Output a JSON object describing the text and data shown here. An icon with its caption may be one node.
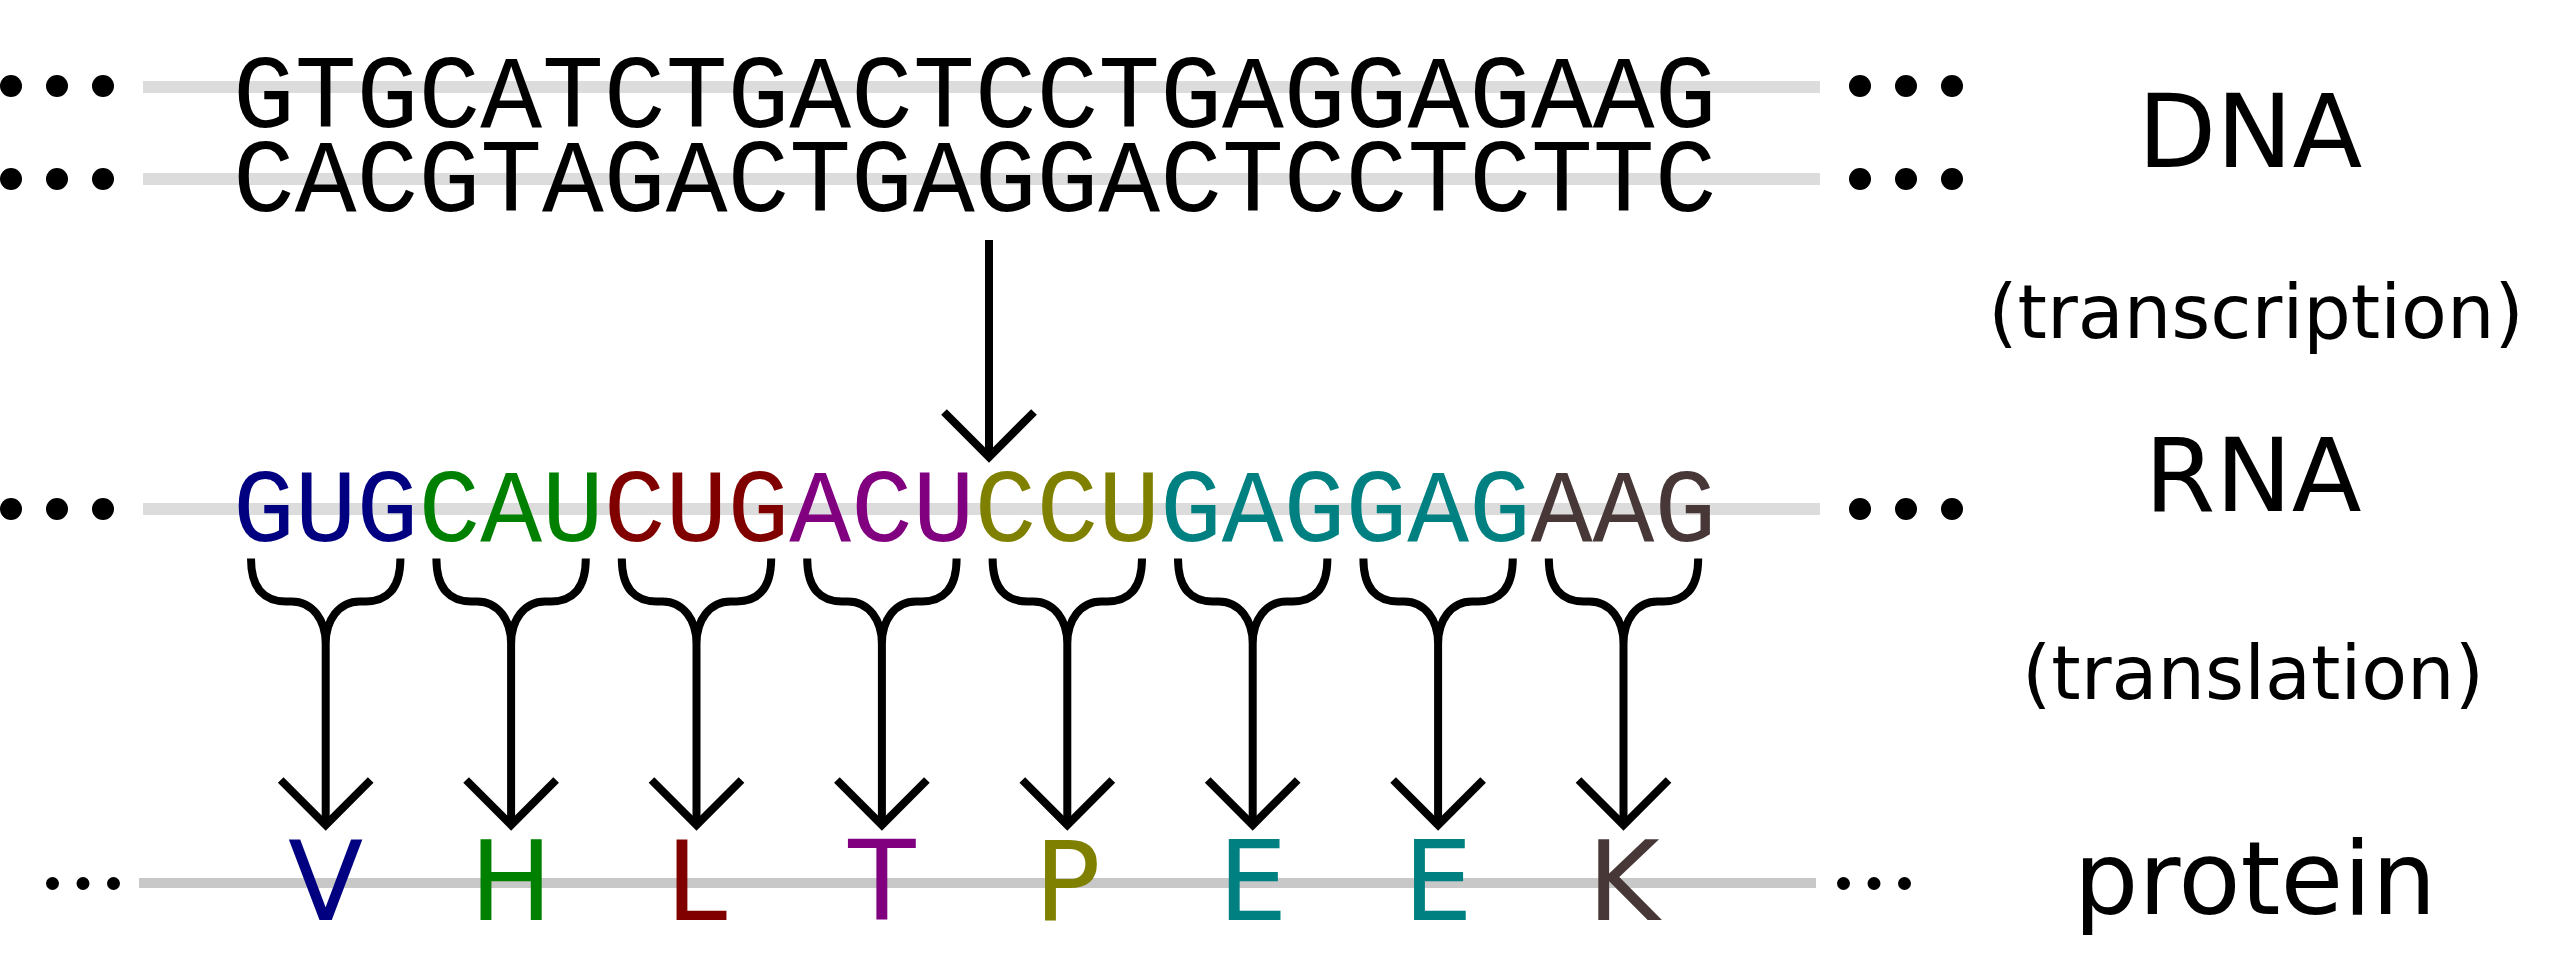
{
  "diagram": {
    "nodes": [
      {
        "text": [
          "GTGCATCTGACTCCTGAGGAGAAG",
          "CACGTAGACTGAGGACTCCTCTTC"
        ],
        "beside": [
          "DNA"
        ]
      },
      {
        "text": [],
        "shape": "bar",
        "beside": [
          "RNA"
        ]
      },
      {
        "text": [
          "GUG"
        ],
        "in": 1
      },
      {
        "text": [
          "CAU"
        ],
        "in": 1
      },
      {
        "text": [
          "CUG"
        ],
        "in": 1
      },
      {
        "text": [
          "ACU"
        ],
        "in": 1
      },
      {
        "text": [
          "CCU"
        ],
        "in": 1
      },
      {
        "text": [
          "GAG"
        ],
        "in": 1
      },
      {
        "text": [
          "GAG"
        ],
        "in": 1
      },
      {
        "text": [
          "AAG"
        ],
        "in": 1
      },
      {
        "text": [],
        "shape": "bar",
        "beside": [
          "protein"
        ]
      },
      {
        "text": [
          "V"
        ],
        "in": 10
      },
      {
        "text": [
          "H"
        ],
        "in": 10
      },
      {
        "text": [
          "L"
        ],
        "in": 10
      },
      {
        "text": [
          "T"
        ],
        "in": 10
      },
      {
        "text": [
          "P"
        ],
        "in": 10
      },
      {
        "text": [
          "E"
        ],
        "in": 10
      },
      {
        "text": [
          "E"
        ],
        "in": 10
      },
      {
        "text": [
          "K"
        ],
        "in": 10
      }
    ],
    "edges": [
      {
        "from": 0,
        "to": 1,
        "arrow": "to"
      },
      {
        "from": 2,
        "to": 11,
        "arrow": "to"
      },
      {
        "from": 3,
        "to": 12,
        "arrow": "to"
      },
      {
        "from": 4,
        "to": 13,
        "arrow": "to"
      },
      {
        "from": 5,
        "to": 14,
        "arrow": "to"
      },
      {
        "from": 6,
        "to": 15,
        "arrow": "to"
      },
      {
        "from": 7,
        "to": 16,
        "arrow": "to"
      },
      {
        "from": 8,
        "to": 17,
        "arrow": "to"
      },
      {
        "from": 9,
        "to": 18,
        "arrow": "to"
      }
    ],
    "labels": [
      "(transcription)",
      "(translation)"
    ]
  }
}
